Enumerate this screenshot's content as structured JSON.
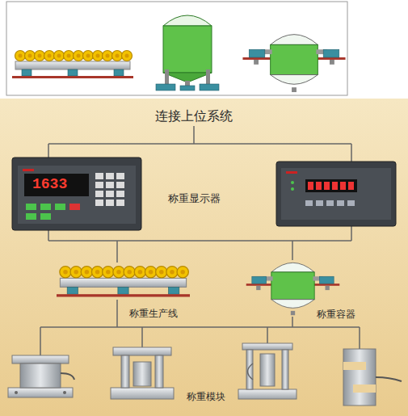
{
  "diagram": {
    "labels": [
      "连接上位系统",
      "1633",
      "称重显示器",
      "称重生产线",
      "称重容器",
      "称重模块"
    ]
  }
}
